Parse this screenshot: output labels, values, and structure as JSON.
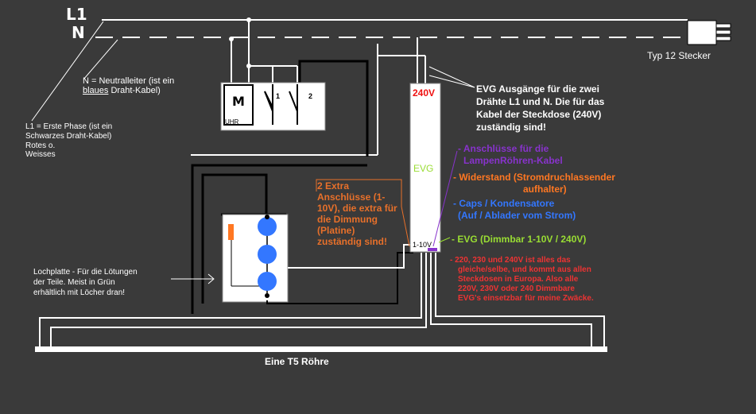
{
  "wire_labels": {
    "l1": "L1",
    "n": "N"
  },
  "plug_label": "Typ 12 Stecker",
  "timer": {
    "motor": "M",
    "label": "UHR",
    "switch_1": "1",
    "switch_2": "2"
  },
  "evg": {
    "top_label": "240V",
    "mid_label": "EVG",
    "bottom_label": "1-10V"
  },
  "tube_label": "Eine T5 Röhre",
  "annotations": {
    "neutral_line1": "N = Neutralleiter (ist ein",
    "neutral_blue": "blaues",
    "neutral_rest": " Draht-Kabel)",
    "phase_lines": [
      "L1 = Erste Phase (ist ein",
      "Schwarzes Draht-Kabel)"
    ],
    "phase_lines_2": [
      "Rotes o.",
      "Weisses"
    ],
    "lochplatte_lines": [
      "Lochplatte - Für die Lötungen",
      "der Teile. Meist in Grün",
      "erhältlich mit Löcher dran!"
    ],
    "evg_outputs_lines": [
      "EVG Ausgänge für die zwei",
      "Drähte L1 und N. Die für das",
      "Kabel der Steckdose (240V)",
      "zuständig sind!"
    ],
    "extra_lines": [
      "2 Extra",
      "Anschlüsse  (1-",
      "10V), die extra für",
      "die Dimmung",
      "(Platine)",
      "zuständig sind!"
    ]
  },
  "legend": [
    {
      "lines": [
        "- Anschlüsse für die",
        "LampenRöhren-Kabel"
      ],
      "color": "#8833cc"
    },
    {
      "lines": [
        "- Widerstand (Stromdruchlassender",
        "aufhalter)"
      ],
      "color": "#ff7722"
    },
    {
      "lines": [
        "- Caps / Kondensatore",
        "(Auf / Ablader vom Strom)"
      ],
      "color": "#3377ff"
    },
    {
      "lines": [
        "- EVG (Dimmbar 1-10V  / 240V)"
      ],
      "color": "#99dd33"
    }
  ],
  "note_lines": [
    "- 220, 230 und 240V ist alles das",
    "gleiche/selbe, und kommt aus allen",
    "Steckdosen in Europa. Also alle",
    "220V, 230V oder 240 Dimmbare",
    "EVG's einsetzbar für meine Zwäcke."
  ],
  "colors": {
    "background": "#3a3a3a",
    "wire_white": "#ffffff",
    "wire_black": "#000000",
    "evg_red": "#ee1111",
    "evg_green": "#99dd33",
    "extra_text": "#e8702a",
    "note_red": "#ee3333",
    "capacitor_blue": "#3377ff",
    "resistor_orange": "#ff7722"
  }
}
